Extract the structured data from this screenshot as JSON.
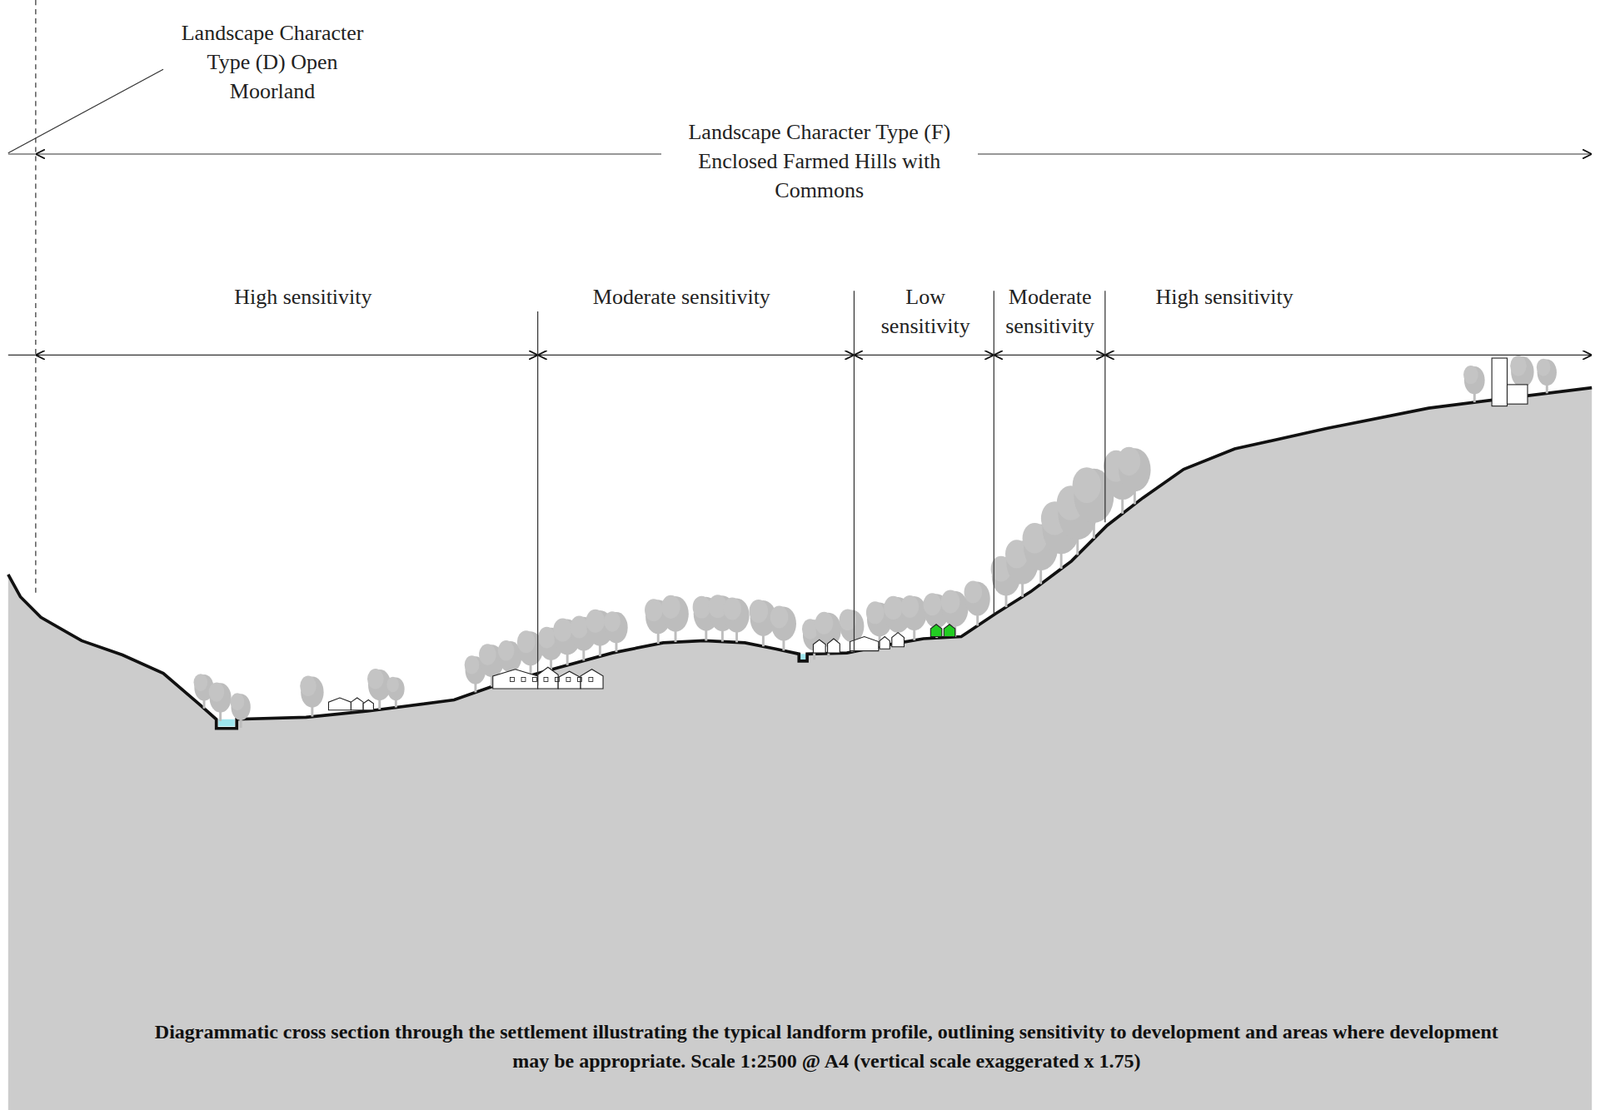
{
  "diagram": {
    "caption": "Diagrammatic cross section through the settlement illustrating the typical landform profile, outlining sensitivity to development and areas where development may be appropriate. Scale 1:2500 @ A4 (vertical scale exaggerated x 1.75)",
    "labels": [
      "Landscape Character Type (D) Open Moorland",
      "Landscape Character Type (F) Enclosed Farmed Hills with Commons",
      "High sensitivity",
      "Moderate sensitivity",
      "Low sensitivity",
      "Moderate sensitivity",
      "High sensitivity"
    ]
  }
}
